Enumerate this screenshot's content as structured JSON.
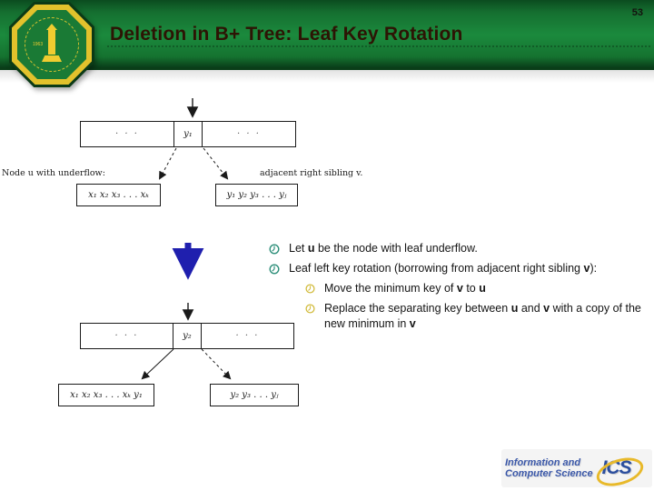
{
  "slide": {
    "number": "53",
    "title": "Deletion in B+ Tree: Leaf Key Rotation"
  },
  "logo": {
    "year": "1963"
  },
  "diagrams": {
    "before": {
      "parent": {
        "left": "· · ·",
        "key": "y₁",
        "right": "· · ·"
      },
      "left_label": "Node u with underflow:",
      "right_label": "adjacent right sibling v.",
      "left_node": "x₁  x₂  x₃  . . .  xₖ",
      "right_node": "y₁  y₂  y₃  . . .  yⱼ"
    },
    "after": {
      "parent": {
        "left": "· · ·",
        "key": "y₂",
        "right": "· · ·"
      },
      "left_node": "x₁  x₂  x₃  . . .  xₖ  y₁",
      "right_node": "y₂  y₃  . . .  yⱼ"
    }
  },
  "bullets": {
    "items": [
      {
        "level": 1,
        "segments": [
          {
            "t": "Let "
          },
          {
            "t": "u",
            "b": 1
          },
          {
            "t": " be the node with leaf underflow."
          }
        ]
      },
      {
        "level": 1,
        "segments": [
          {
            "t": "Leaf left key rotation (borrowing from adjacent right sibling "
          },
          {
            "t": "v",
            "b": 1
          },
          {
            "t": "):"
          }
        ]
      },
      {
        "level": 2,
        "segments": [
          {
            "t": "Move the minimum key of "
          },
          {
            "t": "v",
            "b": 1
          },
          {
            "t": " to "
          },
          {
            "t": "u",
            "b": 1
          }
        ]
      },
      {
        "level": 2,
        "segments": [
          {
            "t": "Replace the separating key between "
          },
          {
            "t": "u",
            "b": 1
          },
          {
            "t": " and "
          },
          {
            "t": "v",
            "b": 1
          },
          {
            "t": " with a copy of the new minimum in "
          },
          {
            "t": "v",
            "b": 1
          }
        ]
      }
    ]
  },
  "footer": {
    "org_line1": "Information and",
    "org_line2": "Computer Science",
    "org_abbr": "ICS"
  },
  "colors": {
    "header_green": "#1b8a3d",
    "title_text": "#2d1404",
    "big_arrow_blue": "#1f1fae",
    "bullet_level1": "#2e8f7a",
    "bullet_level2": "#d2bc3e",
    "footer_blue": "#3a57a8"
  }
}
